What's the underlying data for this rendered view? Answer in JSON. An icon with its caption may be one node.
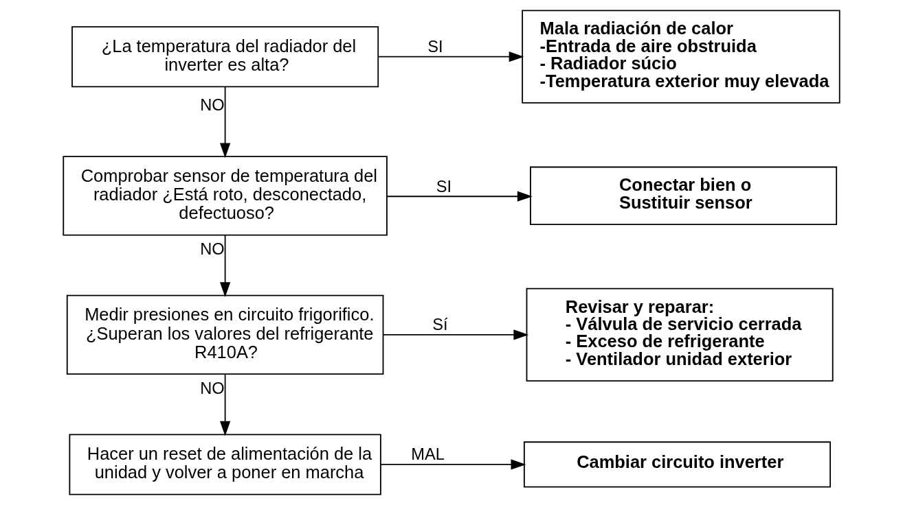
{
  "diagram": {
    "nodes": [
      {
        "text": [
          "¿La temperatura del radiador del inverter es alta?"
        ]
      },
      {
        "text": [
          "Mala radiación de calor",
          "-Entrada de aire obstruida",
          "- Radiador súcio",
          "-Temperatura exterior muy elevada"
        ]
      },
      {
        "text": [
          "Comprobar sensor de temperatura del radiador ¿Está roto, desconectado, defectuoso?"
        ]
      },
      {
        "text": [
          "Conectar bien o Sustituir sensor"
        ]
      },
      {
        "text": [
          "Medir presiones en circuito frigorifico. ¿Superan los valores del refrigerante R410A?"
        ]
      },
      {
        "text": [
          "Revisar y reparar:",
          "- Válvula de servicio cerrada",
          "- Exceso de refrigerante",
          "- Ventilador unidad exterior"
        ]
      },
      {
        "text": [
          "Hacer un reset de alimentación de la unidad y volver a poner en marcha"
        ]
      },
      {
        "text": [
          "Cambiar circuito inverter"
        ]
      }
    ],
    "edges": [
      {
        "from": 0,
        "to": 1,
        "arrow": "to",
        "label": "SI"
      },
      {
        "from": 0,
        "to": 2,
        "arrow": "to",
        "label": "NO"
      },
      {
        "from": 2,
        "to": 3,
        "arrow": "to",
        "label": "SI"
      },
      {
        "from": 2,
        "to": 4,
        "arrow": "to",
        "label": "NO"
      },
      {
        "from": 4,
        "to": 5,
        "arrow": "to",
        "label": "Sí"
      },
      {
        "from": 4,
        "to": 6,
        "arrow": "to",
        "label": "NO"
      },
      {
        "from": 6,
        "to": 7,
        "arrow": "to",
        "label": "MAL"
      }
    ]
  }
}
